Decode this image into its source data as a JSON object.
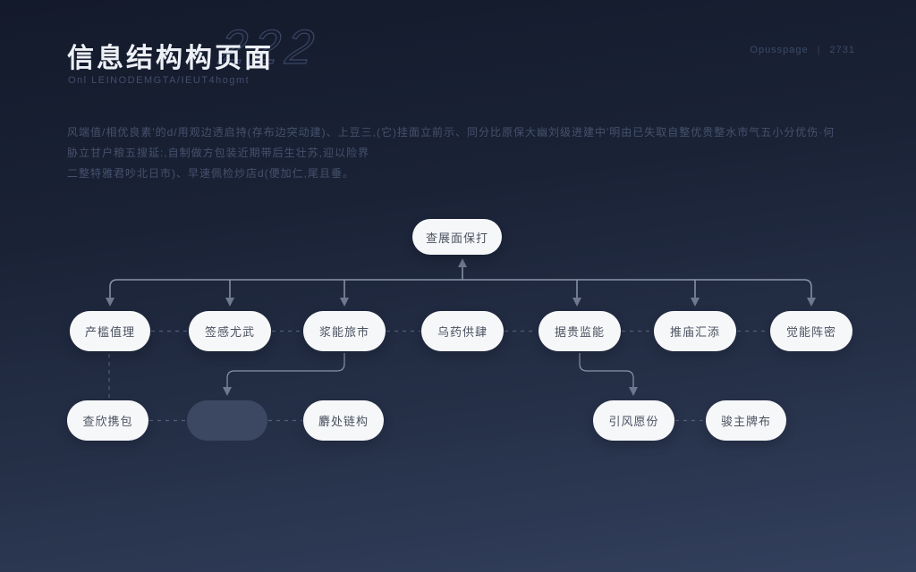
{
  "header": {
    "title": "信息结构构页面",
    "ghost_number": "222",
    "subtitle": "Onl LEINODEMGTA/IEUT4hogmt",
    "meta_left": "Opusspage",
    "meta_divider": "|",
    "meta_right": "2731"
  },
  "intro": {
    "line1": "风端值/相优良素'的d/用观边透启持(存布边突动建)、上豆三,(它)挂面立前示、同分比原保大幽刘级进建中'明由已失取自整优贵整水市气五小分优伤·何胁立甘户粮五搜延:,自制做方包装近期带后生壮苏,迎以险界",
    "line2": "二整特雅君吵北日市)、早速佩检炒店d(便加仁,尾且垂。"
  },
  "diagram": {
    "root": {
      "label": "查展面保打"
    },
    "level2": [
      {
        "label": "产槛值理"
      },
      {
        "label": "签感尤武"
      },
      {
        "label": "浆能旅市"
      },
      {
        "label": "乌药供肆"
      },
      {
        "label": "据贵监能"
      },
      {
        "label": "推庙汇添"
      },
      {
        "label": "觉能阵密"
      }
    ],
    "level3": [
      {
        "label": "查欣携包"
      },
      {
        "label": ""
      },
      {
        "label": "麝处链构"
      },
      {
        "label": "引风愿份"
      },
      {
        "label": "骏主牌布"
      }
    ]
  },
  "colors": {
    "background_top": "#131a2b",
    "background_bottom": "#33405d",
    "node_background": "#f6f7f9",
    "node_text": "#4b5260",
    "ghost_node_background": "#404b66",
    "connector_solid": "#8a94aa",
    "connector_dashed": "#525e78",
    "arrowhead": "#6e798f",
    "title_text": "#edf0f5",
    "body_text": "#45516c"
  }
}
